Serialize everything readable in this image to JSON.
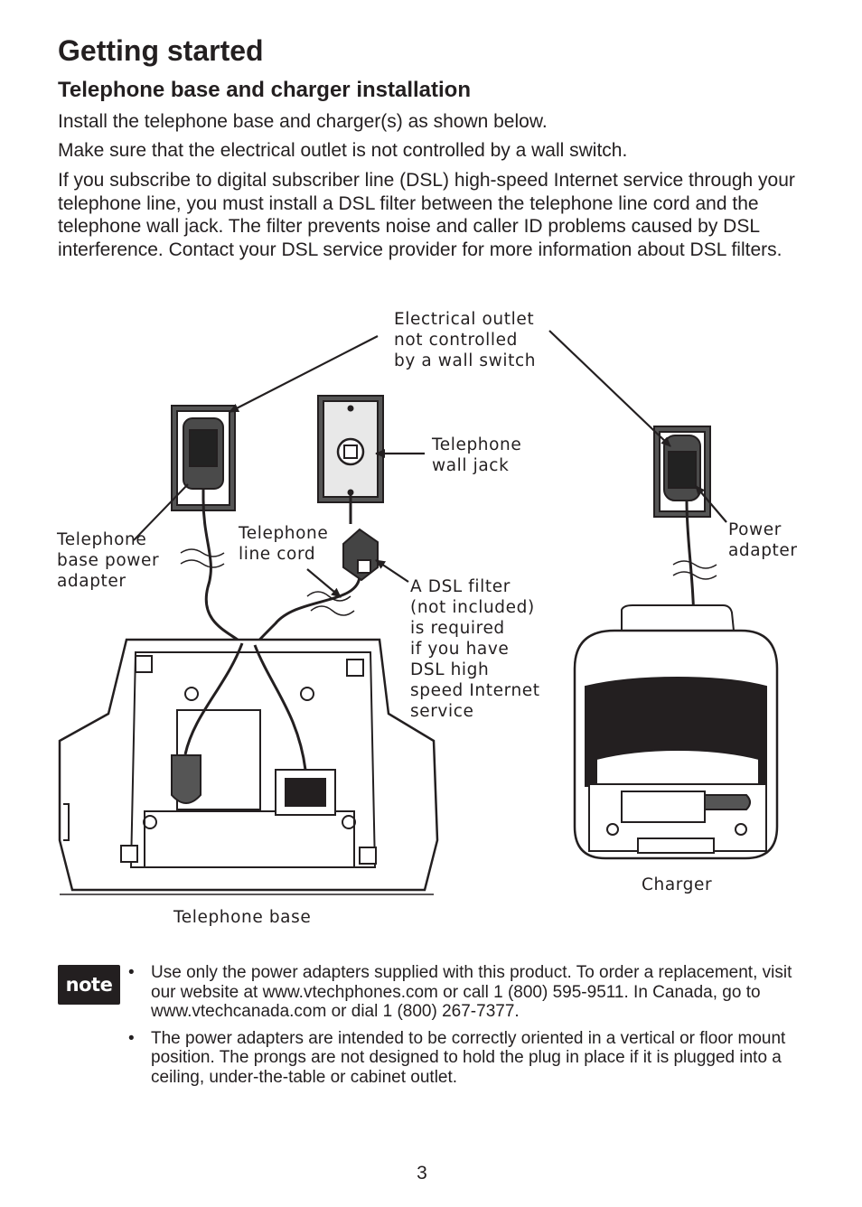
{
  "heading": "Getting started",
  "subheading": "Telephone base and charger installation",
  "paragraphs": [
    "Install the telephone base and charger(s) as shown below.",
    "Make sure that the electrical outlet is not controlled by a wall switch.",
    "If you subscribe to digital subscriber line (DSL) high-speed Internet service through your telephone line, you must install a DSL filter between the telephone line cord and the telephone wall jack. The filter prevents noise and caller ID problems caused by DSL interference. Contact your DSL service provider for more information about DSL filters."
  ],
  "diagram_labels": {
    "outlet": "Electrical outlet\nnot controlled\nby a wall switch",
    "wall_jack": "Telephone\nwall jack",
    "base_adapter": "Telephone\nbase power\nadapter",
    "line_cord": "Telephone\nline cord",
    "dsl_filter": "A DSL filter\n(not included)\nis required\nif you have\nDSL high\nspeed Internet\nservice",
    "power_adapter": "Power\nadapter",
    "charger": "Charger",
    "base": "Telephone base"
  },
  "note": {
    "badge": "note",
    "bullet": "•",
    "items": [
      "Use only the power adapters supplied with this product. To order a replacement, visit our website at www.vtechphones.com or call 1 (800) 595-9511. In Canada, go to www.vtechcanada.com or dial 1 (800) 267-7377.",
      "The power adapters are intended to be correctly oriented in a vertical or floor mount position. The prongs are not designed to hold the plug in place if it is plugged into a ceiling, under-the-table or cabinet outlet."
    ]
  },
  "page_number": "3"
}
